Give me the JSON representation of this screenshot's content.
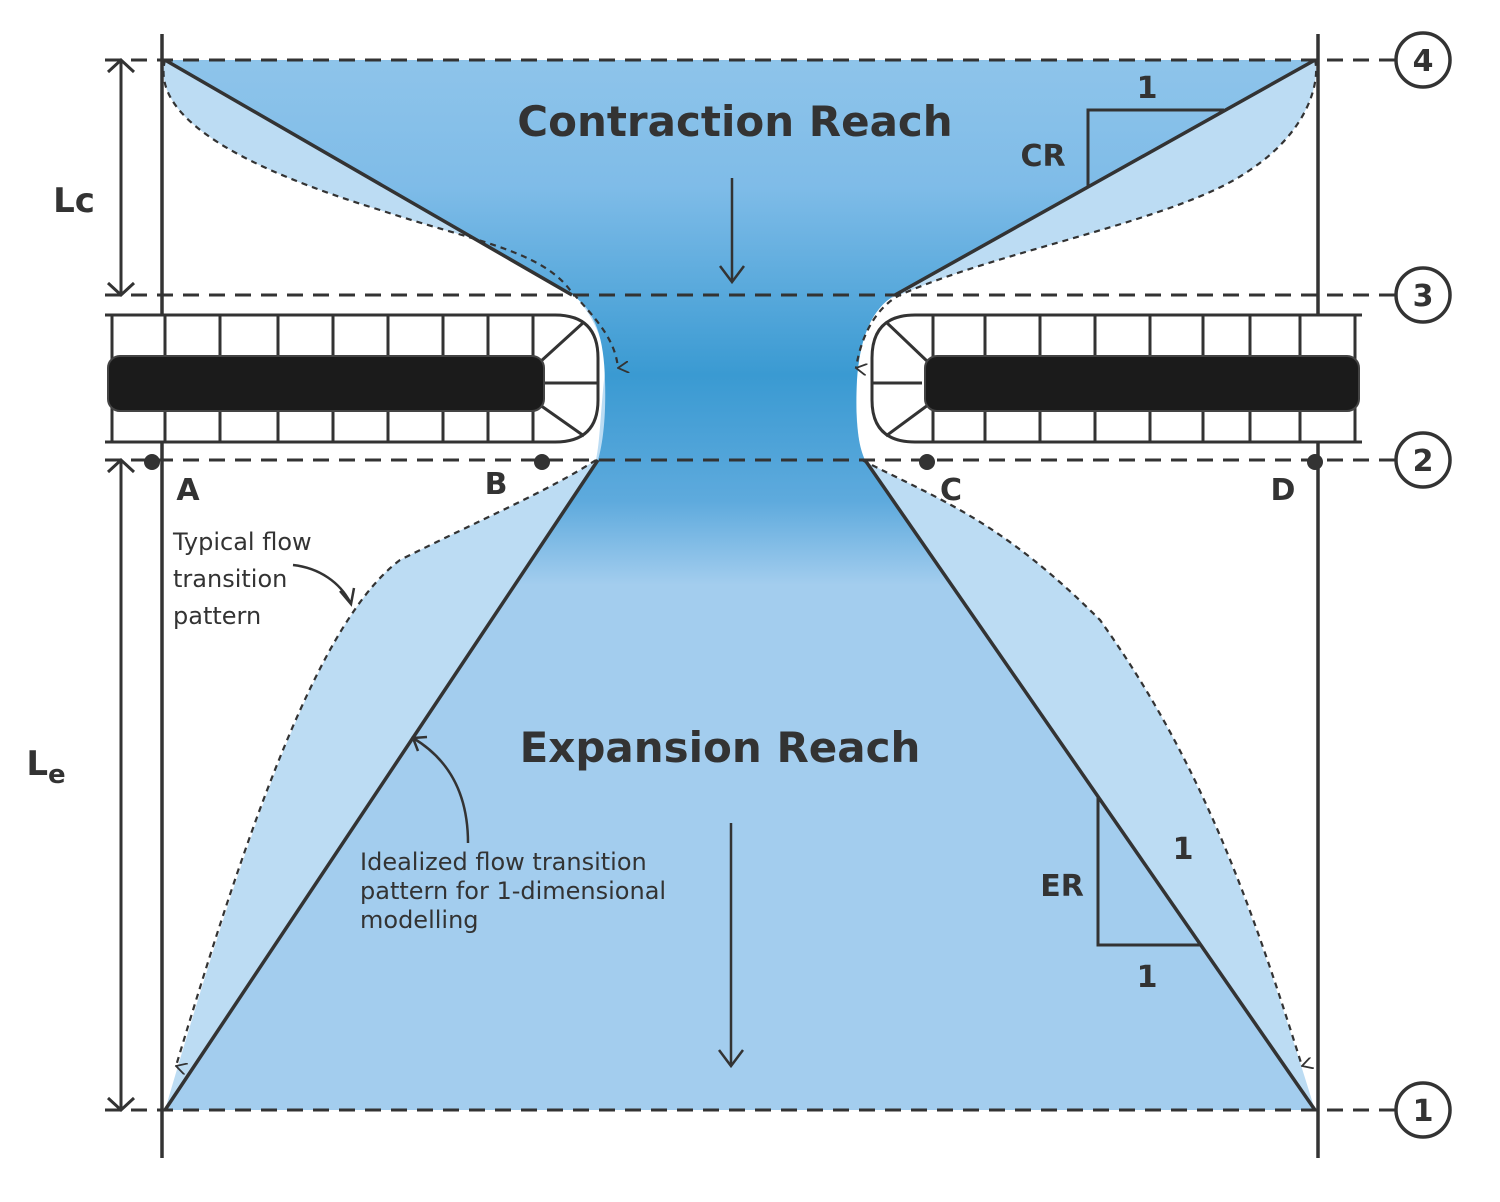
{
  "titles": {
    "contraction": "Contraction Reach",
    "expansion": "Expansion Reach"
  },
  "dimensions": {
    "lc": "Lc",
    "le_main": "L",
    "le_sub": "e"
  },
  "section_numbers": [
    "4",
    "3",
    "2",
    "1"
  ],
  "points": [
    "A",
    "B",
    "C",
    "D"
  ],
  "ratios": {
    "cr": "CR",
    "cr_run": "1",
    "er": "ER",
    "er_rise": "1",
    "er_run": "1"
  },
  "annotations": {
    "typical": [
      "Typical flow",
      "transition",
      "pattern"
    ],
    "idealized": [
      "Idealized flow transition",
      "pattern for 1-dimensional",
      "modelling"
    ]
  },
  "colors": {
    "light_blue": "#bcdcf3",
    "mid_blue": "#a3cdee",
    "deep_blue": "#3a9ad2",
    "ink": "#333333",
    "road": "#1b1b1b"
  }
}
